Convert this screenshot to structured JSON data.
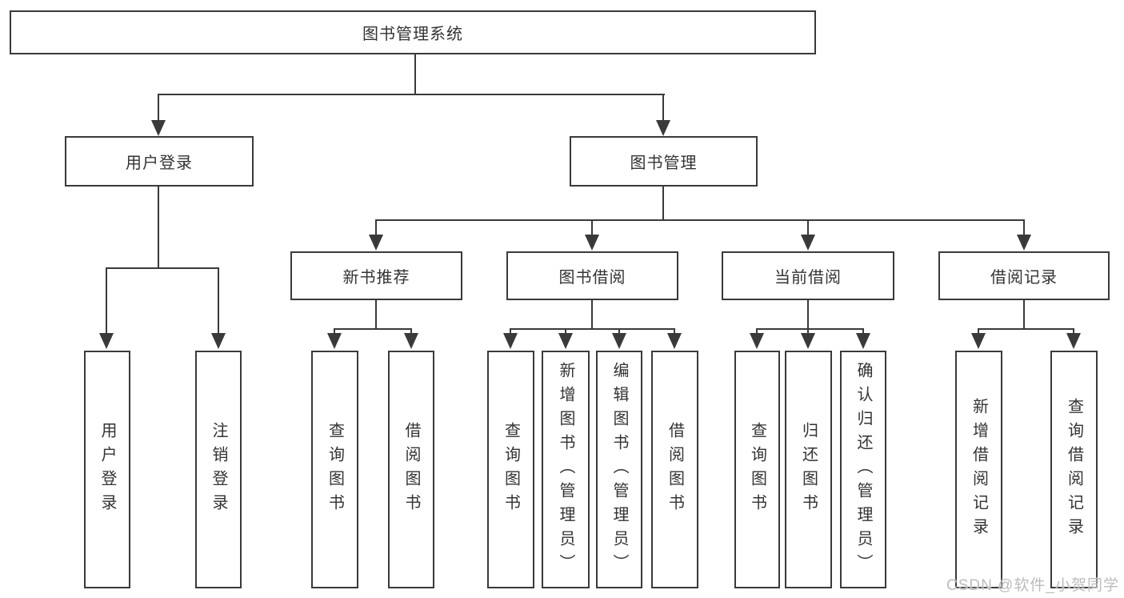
{
  "diagram": {
    "root": "图书管理系统",
    "level2": {
      "user_login": "用户登录",
      "book_mgmt": "图书管理"
    },
    "level3": {
      "new_book_rec": "新书推荐",
      "book_borrow": "图书借阅",
      "current_borrow": "当前借阅",
      "borrow_records": "借阅记录"
    },
    "leaves": {
      "user_login": "用户登录",
      "logout": "注销登录",
      "rec_query_book": "查询图书",
      "rec_borrow_book": "借阅图书",
      "bb_query_book": "查询图书",
      "bb_add_book": "新增图书（管理员）",
      "bb_edit_book": "编辑图书（管理员）",
      "bb_borrow_book": "借阅图书",
      "cb_query_book": "查询图书",
      "cb_return_book": "归还图书",
      "cb_confirm_return": "确认归还（管理员）",
      "br_add_record": "新增借阅记录",
      "br_query_record": "查询借阅记录"
    }
  },
  "watermark": "CSDN @软件_小贺同学",
  "colors": {
    "line": "#3a3a3a",
    "text": "#333333",
    "watermark": "#bcbcbc",
    "background": "#ffffff"
  }
}
